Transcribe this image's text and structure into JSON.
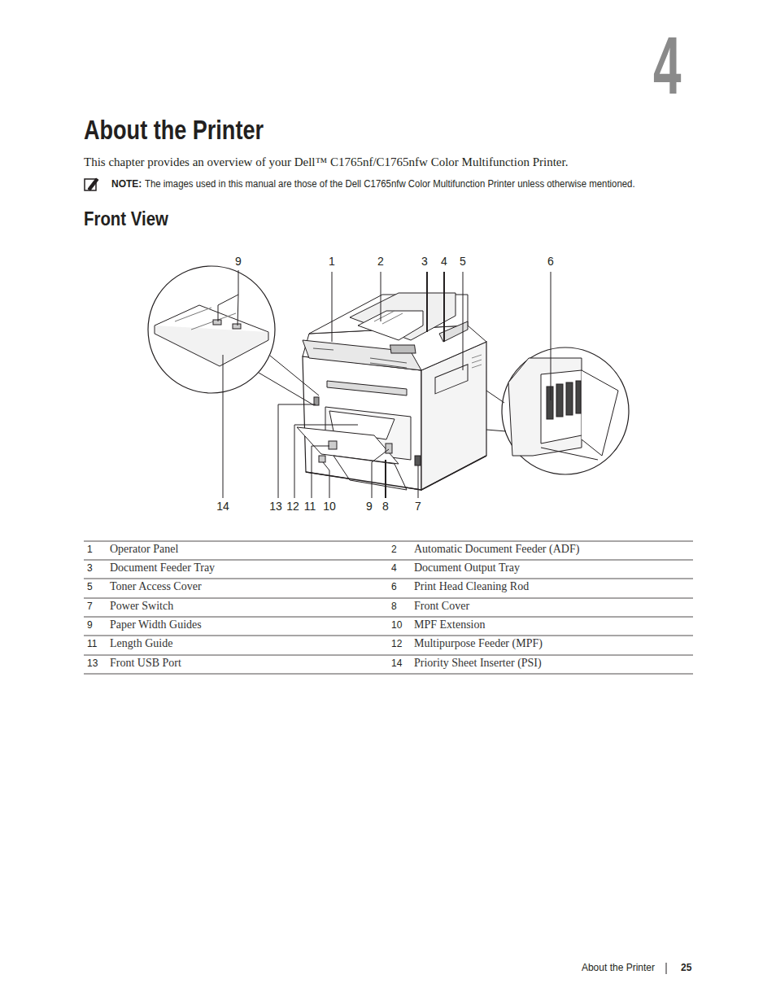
{
  "diagram": {
    "title": "About the Printer",
    "labels": [
      "4",
      "This chapter provides an overview of your Dell™ C1765nf/C1765nfw Color Multifunction Printer.",
      "NOTE:",
      "The images used in this manual are those of the Dell C1765nfw Color Multifunction Printer unless otherwise mentioned.",
      "Front View",
      "9",
      "1",
      "2",
      "3",
      "4",
      "5",
      "6",
      "14",
      "13",
      "12",
      "11",
      "10",
      "9",
      "8",
      "7",
      "1",
      "Operator Panel",
      "2",
      "Automatic Document Feeder (ADF)",
      "3",
      "Document Feeder Tray",
      "4",
      "Document Output Tray",
      "5",
      "Toner Access Cover",
      "6",
      "Print Head Cleaning Rod",
      "7",
      "Power Switch",
      "8",
      "Front Cover",
      "9",
      "Paper Width Guides",
      "10",
      "MPF Extension",
      "11",
      "Length Guide",
      "12",
      "Multipurpose Feeder (MPF)",
      "13",
      "Front USB Port",
      "14",
      "Priority Sheet Inserter (PSI)",
      "About the Printer",
      "25"
    ]
  }
}
